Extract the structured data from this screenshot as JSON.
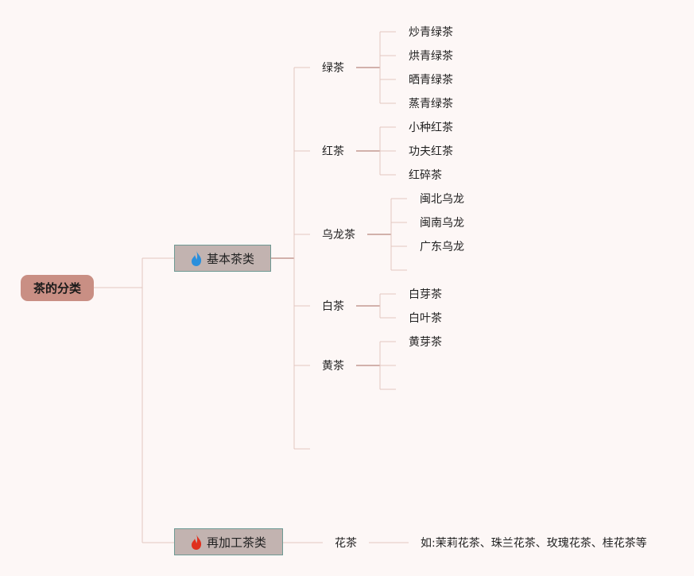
{
  "root": {
    "label": "茶的分类"
  },
  "categories": [
    {
      "label": "基本茶类",
      "icon": "blue-flame-icon",
      "icon_color": "#2a8fdc",
      "groups": [
        {
          "label": "绿茶",
          "items": [
            "炒青绿茶",
            "烘青绿茶",
            "晒青绿茶",
            "蒸青绿茶"
          ]
        },
        {
          "label": "红茶",
          "items": [
            "小种红茶",
            "功夫红茶",
            "红碎茶"
          ]
        },
        {
          "label": "乌龙茶",
          "items": [
            "闽北乌龙",
            "闽南乌龙",
            "广东乌龙",
            ""
          ]
        },
        {
          "label": "白茶",
          "items": [
            "白芽茶",
            "白叶茶"
          ]
        },
        {
          "label": "黄茶",
          "items": [
            "黄芽茶",
            "",
            ""
          ]
        },
        {
          "label": "",
          "items": []
        }
      ]
    },
    {
      "label": "再加工茶类",
      "icon": "red-flame-icon",
      "icon_color": "#e0301e",
      "groups": [
        {
          "label": "花茶",
          "items": [
            "如:茉莉花茶、珠兰花茶、玫瑰花茶、桂花茶等"
          ]
        }
      ]
    }
  ],
  "colors": {
    "background": "#fdf7f6",
    "root_fill": "#c98f84",
    "category_fill": "#c2b3b0",
    "category_border": "#6e9993",
    "thin_line": "#e2c7c0",
    "thick_line": "#c49a92"
  }
}
